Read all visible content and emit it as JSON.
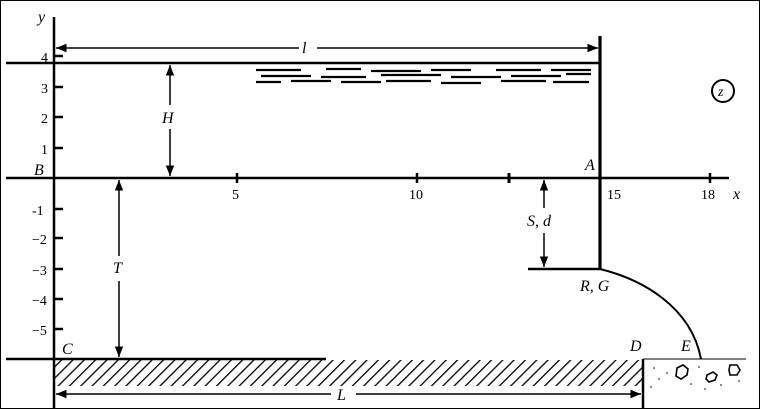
{
  "chart_data": {
    "type": "diagram",
    "title": "",
    "axes": {
      "x_label": "x",
      "y_label": "y",
      "x_ticks": [
        "5",
        "10",
        "15",
        "18"
      ],
      "y_ticks": [
        "4",
        "3",
        "2",
        "1",
        "-1",
        "−2",
        "−3",
        "−4",
        "−5"
      ]
    },
    "points": {
      "A": "A",
      "B": "B",
      "C": "C",
      "D": "D",
      "E": "E",
      "RG": "R, G"
    },
    "dimensions": {
      "l": "l",
      "H": "H",
      "T": "T",
      "L": "L",
      "Sd": "S, d"
    },
    "zone_marker": "z"
  }
}
